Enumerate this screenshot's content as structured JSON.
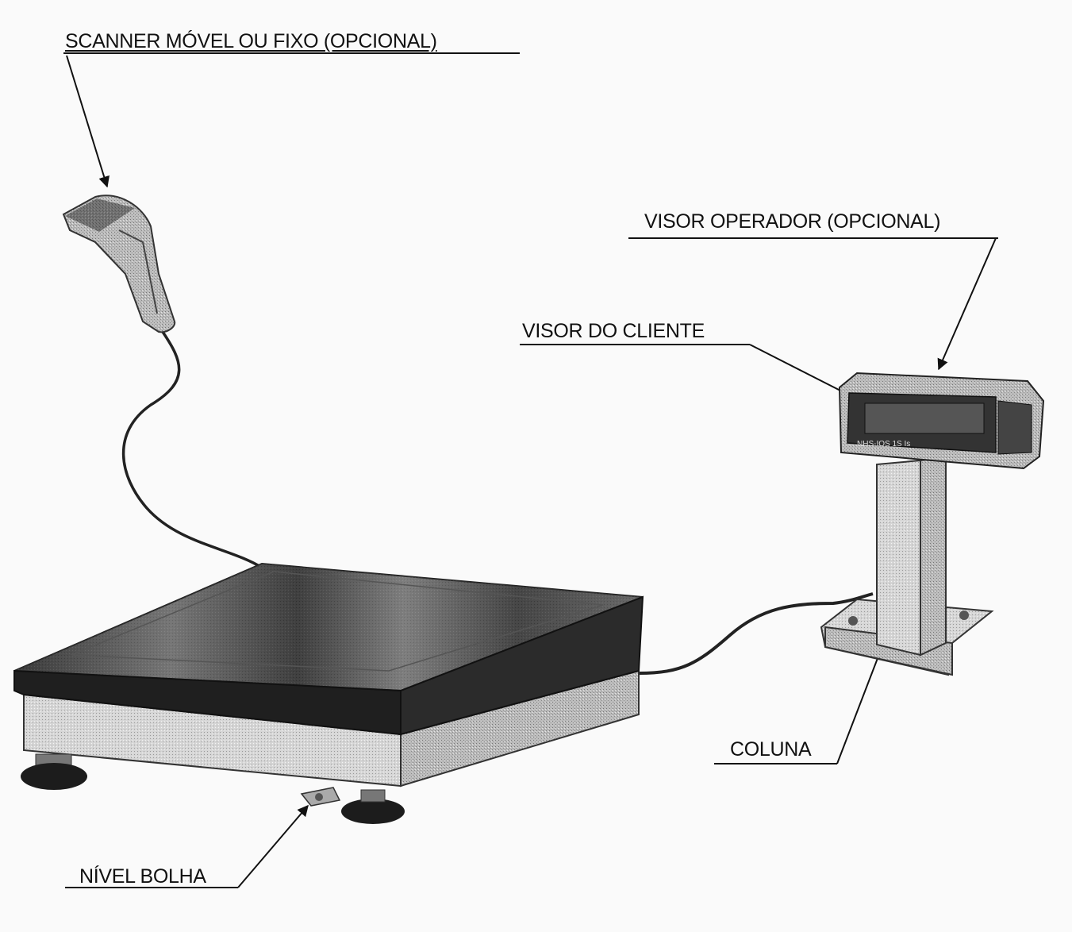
{
  "labels": {
    "scanner": "SCANNER MÓVEL OU FIXO (OPCIONAL)",
    "visor_operador": "VISOR OPERADOR (OPCIONAL)",
    "visor_cliente": "VISOR  DO CLIENTE",
    "coluna": "COLUNA",
    "nivel_bolha": "NÍVEL BOLHA"
  }
}
